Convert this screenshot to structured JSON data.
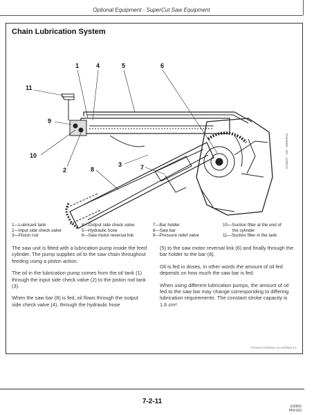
{
  "header": {
    "title": "Optional Equipment - SuperCut Saw Equipment"
  },
  "section": {
    "title": "Chain Lubrication System"
  },
  "diagram": {
    "callouts": [
      "1",
      "4",
      "5",
      "6",
      "11",
      "9",
      "10",
      "2",
      "3",
      "7",
      "8"
    ],
    "side_code": "CC8427 - UN - 10MAR14"
  },
  "legend": [
    [
      "1—Lubricant tank",
      "2—Input side check valve",
      "3—Piston rod"
    ],
    [
      "4—Output side check valve",
      "5—Hydraulic hose",
      "6—Saw motor reversal link"
    ],
    [
      "7—Bar holder",
      "8—Saw bar",
      "9—Pressure relief valve"
    ],
    [
      "10—Suction filter at the end of",
      "     the cylinder",
      "11—Suction filter in the tank"
    ]
  ],
  "body_left": [
    "The saw unit is fitted with a lubrication pump inside the feed cylinder. The pump supplies oil to the saw chain throughout feeding using a piston action.",
    "The oil in the lubrication pump comes from the oil tank (1) through the input side check valve (2) to the piston rod tank (3).",
    "When the saw bar (8) is fed, oil flows through the output side check valve (4), through the hydraulic hose"
  ],
  "body_right": [
    "(5) to the saw motor reversal link (6) and finally through the bar holder to the bar (8).",
    "Oil is fed in doses, in other words the amount of oil fed depends on how much the saw bar is fed.",
    "When using different lubrication pumps, the amount of oil fed to the saw bar may change corresponding to differing lubrication requirements. The constant stroke capacity is 1.6 cm³."
  ],
  "ref_code": "TX0111C2,000000A -19-14FEB02-1/1",
  "footer": {
    "page": "7-2-11",
    "code1": "102602",
    "code2": "PN=162"
  }
}
